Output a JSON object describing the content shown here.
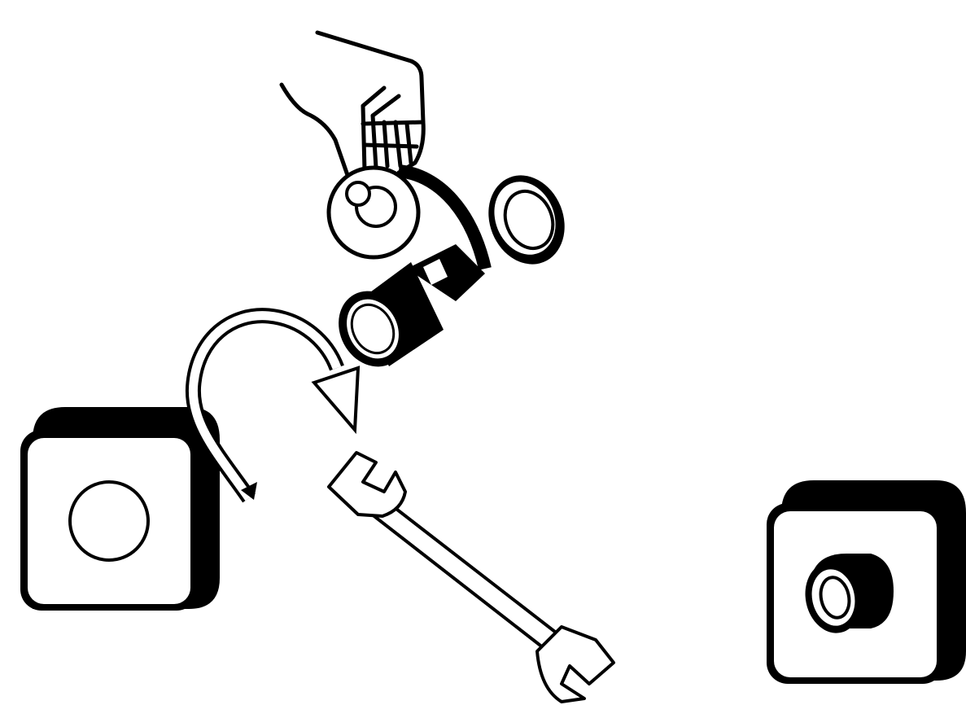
{
  "diagram": {
    "type": "assembly-instruction",
    "steps": [
      {
        "id": "initial-state",
        "description_icon": "square-mount-with-empty-hole"
      },
      {
        "id": "action",
        "description_icon": "hand-inserting-bushing-with-seal-ring-and-curved-arrow-and-wrench"
      },
      {
        "id": "final-state",
        "description_icon": "square-mount-with-installed-bushing"
      }
    ]
  },
  "colors": {
    "ink": "#000000",
    "paper": "#ffffff"
  },
  "icons": [
    "square-mount-icon",
    "hand-icon",
    "bushing-icon",
    "seal-ring-icon",
    "curved-arrow-icon",
    "wrench-icon"
  ]
}
